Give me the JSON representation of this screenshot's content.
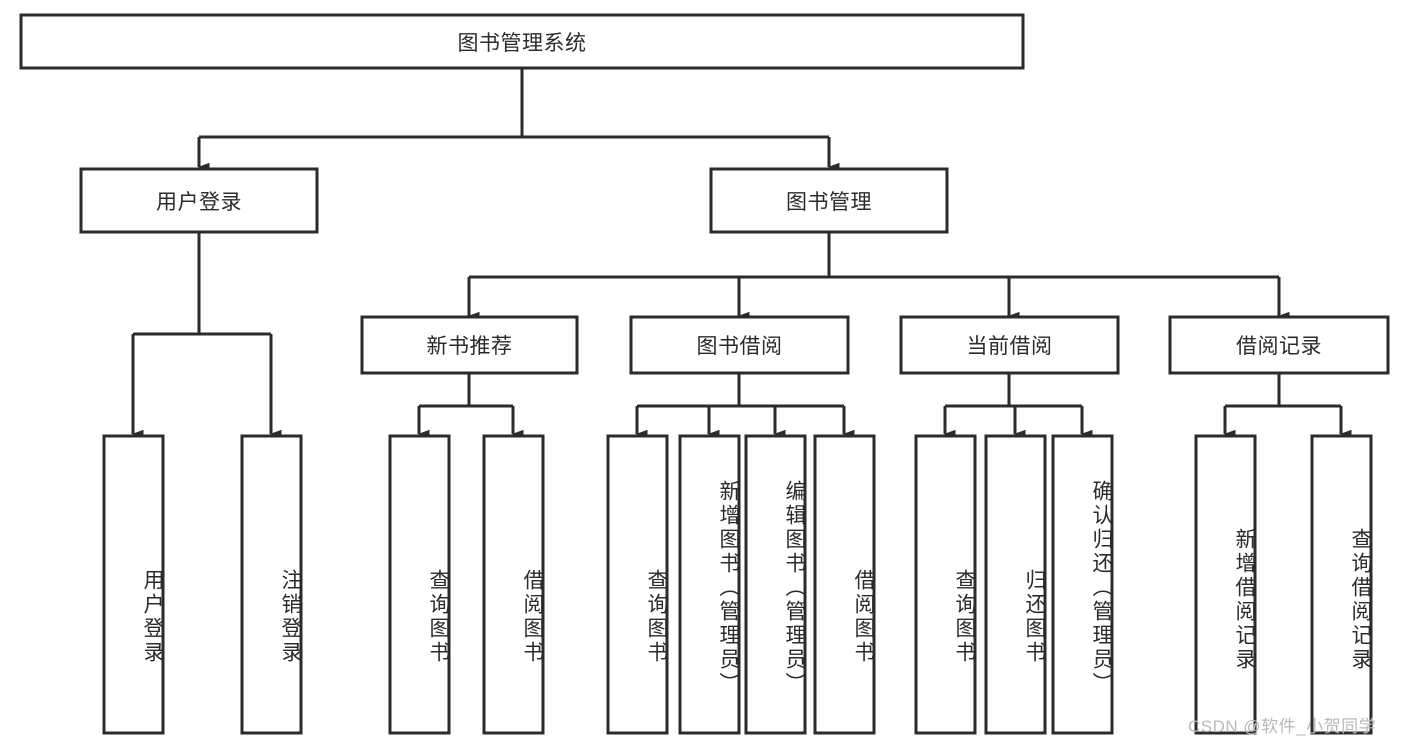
{
  "diagram": {
    "title": "图书管理系统",
    "type": "hierarchy-tree",
    "colors": {
      "stroke": "#2b2b2b",
      "fill": "#ffffff",
      "background": "#ffffff",
      "watermark": "#b9b9b9"
    },
    "levels": {
      "root": {
        "label": "图书管理系统",
        "orientation": "horizontal"
      },
      "level2": [
        {
          "label": "用户登录",
          "orientation": "horizontal"
        },
        {
          "label": "图书管理",
          "orientation": "horizontal"
        }
      ],
      "level3": [
        {
          "label": "新书推荐",
          "orientation": "horizontal",
          "parent": "图书管理"
        },
        {
          "label": "图书借阅",
          "orientation": "horizontal",
          "parent": "图书管理"
        },
        {
          "label": "当前借阅",
          "orientation": "horizontal",
          "parent": "图书管理"
        },
        {
          "label": "借阅记录",
          "orientation": "horizontal",
          "parent": "图书管理"
        }
      ],
      "leaves": [
        {
          "label": "用户登录",
          "orientation": "vertical",
          "parent": "用户登录"
        },
        {
          "label": "注销登录",
          "orientation": "vertical",
          "parent": "用户登录"
        },
        {
          "label": "查询图书",
          "orientation": "vertical",
          "parent": "新书推荐"
        },
        {
          "label": "借阅图书",
          "orientation": "vertical",
          "parent": "新书推荐"
        },
        {
          "label": "查询图书",
          "orientation": "vertical",
          "parent": "图书借阅"
        },
        {
          "label": "新增图书（管理员）",
          "orientation": "vertical",
          "parent": "图书借阅"
        },
        {
          "label": "编辑图书（管理员）",
          "orientation": "vertical",
          "parent": "图书借阅"
        },
        {
          "label": "借阅图书",
          "orientation": "vertical",
          "parent": "图书借阅"
        },
        {
          "label": "查询图书",
          "orientation": "vertical",
          "parent": "当前借阅"
        },
        {
          "label": "归还图书",
          "orientation": "vertical",
          "parent": "当前借阅"
        },
        {
          "label": "确认归还（管理员）",
          "orientation": "vertical",
          "parent": "当前借阅"
        },
        {
          "label": "新增借阅记录",
          "orientation": "vertical",
          "parent": "借阅记录"
        },
        {
          "label": "查询借阅记录",
          "orientation": "vertical",
          "parent": "借阅记录"
        }
      ]
    }
  },
  "watermark": {
    "text": "CSDN @软件_小贺同学"
  }
}
